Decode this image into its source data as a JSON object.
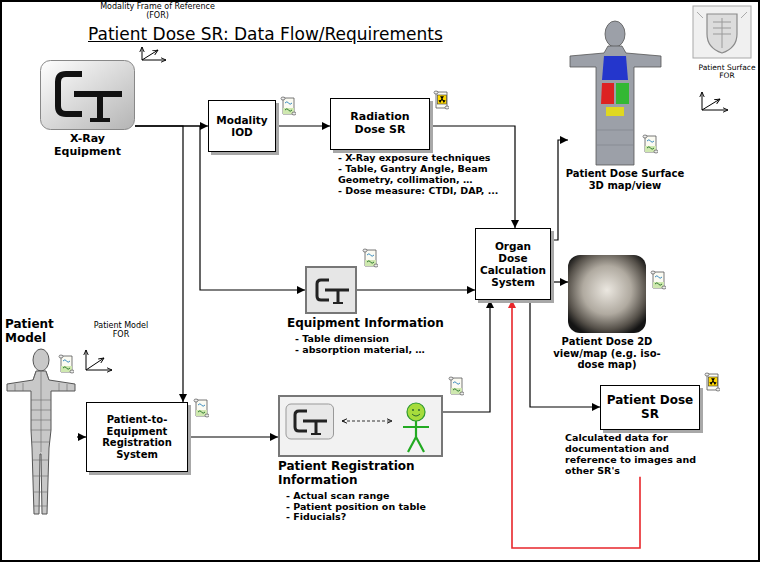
{
  "diagram": {
    "title": "Patient Dose SR: Data Flow/Requirements",
    "nodes": [
      {
        "text": [
          "X-Ray Equipment"
        ]
      },
      {
        "text": [
          "Modality IOD"
        ]
      },
      {
        "text": [
          "Radiation Dose SR",
          "- X-Ray exposure techniques",
          "- Table, Gantry Angle, Beam Geometry, collimation, …",
          "- Dose measure: CTDI, DAP, ..."
        ]
      },
      {
        "text": [
          "Equipment Information",
          "- Table dimension",
          "- absorption material, …"
        ]
      },
      {
        "text": [
          "Organ Dose Calculation System"
        ]
      },
      {
        "text": [
          "Patient Dose Surface 3D map/view"
        ]
      },
      {
        "text": [
          "Patient Dose 2D view/map (e.g. iso-dose map)"
        ]
      },
      {
        "text": [
          "Patient Model"
        ]
      },
      {
        "text": [
          "Patient-to- Equipment Registration System"
        ]
      },
      {
        "text": [
          "Patient Registration Information",
          "- Actual scan range",
          "- Patient position on table",
          "- Fiducials?"
        ]
      },
      {
        "text": [
          "Patient Dose SR",
          "Calculated data for documentation and reference to images and other SR's"
        ]
      }
    ],
    "edges": [
      {
        "from": 0,
        "to": 1,
        "arrow": "to"
      },
      {
        "from": 1,
        "to": 2,
        "arrow": "to"
      },
      {
        "from": 2,
        "to": 4,
        "arrow": "to"
      },
      {
        "from": 0,
        "to": 3,
        "arrow": "to"
      },
      {
        "from": 3,
        "to": 4,
        "arrow": "to"
      },
      {
        "from": 0,
        "to": 8,
        "arrow": "to"
      },
      {
        "from": 7,
        "to": 8,
        "arrow": "to"
      },
      {
        "from": 8,
        "to": 9,
        "arrow": "to"
      },
      {
        "from": 9,
        "to": 4,
        "arrow": "to"
      },
      {
        "from": 4,
        "to": 5,
        "arrow": "to"
      },
      {
        "from": 4,
        "to": 6,
        "arrow": "to"
      },
      {
        "from": 4,
        "to": 10,
        "arrow": "to"
      },
      {
        "from": 10,
        "to": 4,
        "arrow": "to"
      }
    ],
    "labels": [
      "Modality Frame of Reference (FOR)",
      "Patient Model FOR",
      "Patient Surface FOR"
    ]
  }
}
